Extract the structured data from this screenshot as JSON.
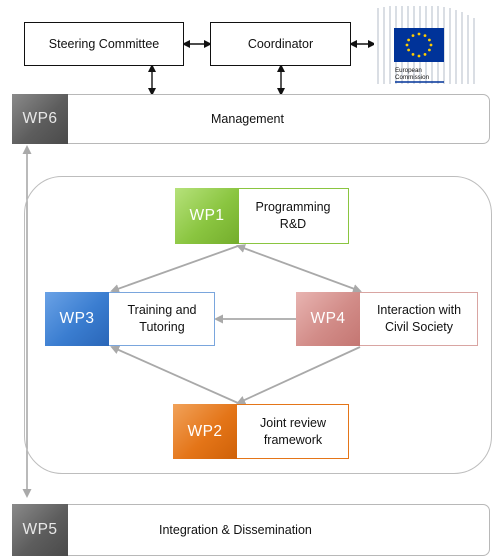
{
  "header": {
    "steering_committee": "Steering Committee",
    "coordinator": "Coordinator"
  },
  "logo": {
    "line1": "European",
    "line2": "Commission",
    "flag_color": "#003399",
    "star_color": "#ffcc00"
  },
  "bars": {
    "wp6": {
      "badge": "WP6",
      "label": "Management"
    },
    "wp5": {
      "badge": "WP5",
      "label": "Integration  & Dissemination"
    }
  },
  "packages": {
    "wp1": {
      "badge": "WP1",
      "label": "Programming\nR&D",
      "color": "#8ac540"
    },
    "wp3": {
      "badge": "WP3",
      "label": "Training  and\nTutoring",
      "color": "#3a7dd0"
    },
    "wp4": {
      "badge": "WP4",
      "label": "Interaction with\nCivil Society",
      "color": "#d28c88"
    },
    "wp2": {
      "badge": "WP2",
      "label": "Joint review\nframework",
      "color": "#e47518"
    }
  },
  "colors": {
    "connector": "#a9a9a9",
    "header_arrow": "#111111",
    "badge_grey": "#5d5d5d"
  }
}
